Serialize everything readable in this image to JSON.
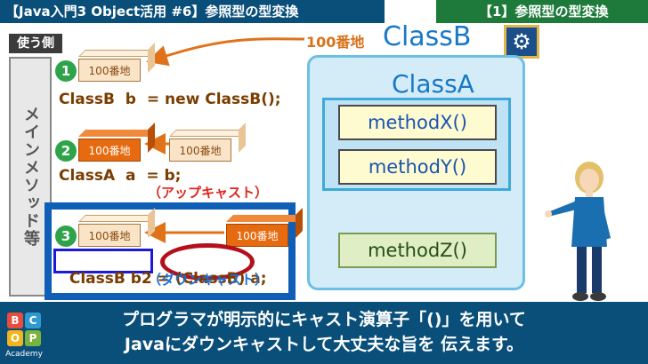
{
  "header": {
    "left_title": "【Java入門3 Object活用 #6】参照型の型変換",
    "right_title": "【1】参照型の型変換"
  },
  "caller": {
    "label": "使う側",
    "vertical": "メインメソッド等"
  },
  "steps": [
    "1",
    "2",
    "3"
  ],
  "boxes": {
    "address": "100番地"
  },
  "code": {
    "line1": "ClassB  b  = new ClassB();",
    "line2": "ClassA  a  = b;",
    "line3_var": "ClassB b2",
    "line3_eq": " = ",
    "line3_cast": "(ClassB)",
    "line3_rest": " a;"
  },
  "labels": {
    "upcast": "（アップキャスト）",
    "downcast": "（ダウンキャスト）",
    "address_top": "100番地"
  },
  "diagram": {
    "classb": "ClassB",
    "classa": "ClassA",
    "methods": [
      "methodX()",
      "methodY()",
      "methodZ()"
    ]
  },
  "subtitle": {
    "line1": "プログラマが明示的にキャスト演算子「()」を用いて",
    "line2": "Javaにダウンキャストして大丈夫な旨を 伝えます。"
  },
  "logo": {
    "letters": [
      "B",
      "C",
      "O",
      "P"
    ],
    "text": "Academy"
  },
  "colors": {
    "header": "#0a4f7a",
    "accent_green": "#1d7a3a",
    "code": "#7a3d00",
    "class_blue": "#1878c8"
  }
}
